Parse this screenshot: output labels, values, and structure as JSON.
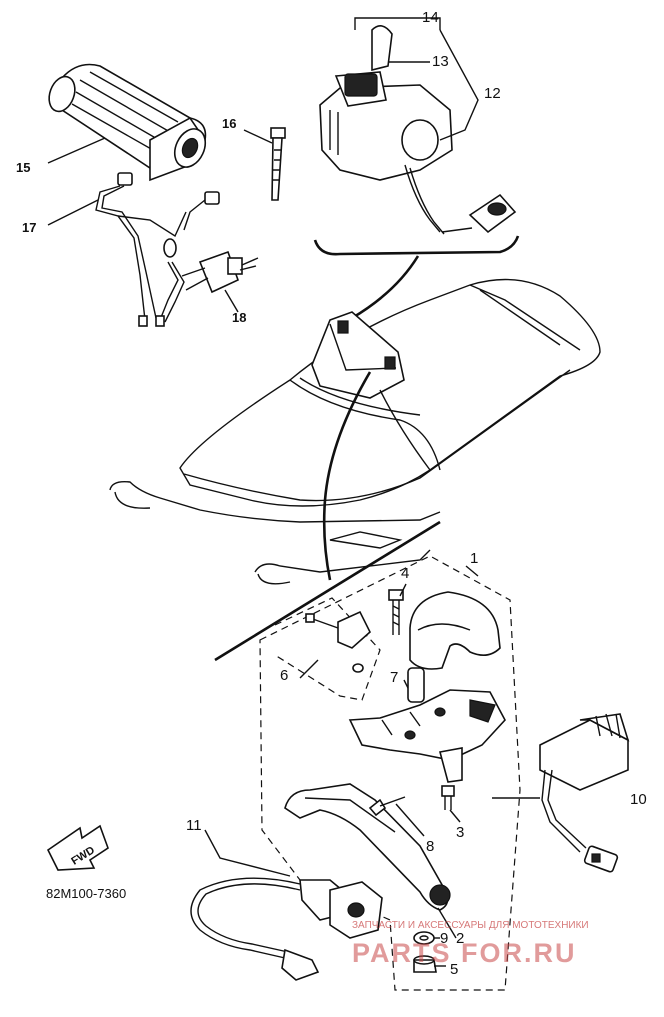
{
  "diagram": {
    "code": "82M100-7360",
    "fwd_label": "FWD",
    "watermark": {
      "tagline": "ЗАПЧАСТИ И АКСЕССУАРЫ ДЛЯ МОТОТЕХНИКИ",
      "brand": "PARTS FOR.RU"
    },
    "callouts": [
      {
        "id": "c1",
        "label": "1"
      },
      {
        "id": "c2",
        "label": "2"
      },
      {
        "id": "c3",
        "label": "3"
      },
      {
        "id": "c4",
        "label": "4"
      },
      {
        "id": "c5",
        "label": "5"
      },
      {
        "id": "c6",
        "label": "6"
      },
      {
        "id": "c7",
        "label": "7"
      },
      {
        "id": "c8",
        "label": "8"
      },
      {
        "id": "c9",
        "label": "9"
      },
      {
        "id": "c10",
        "label": "10"
      },
      {
        "id": "c11",
        "label": "11"
      },
      {
        "id": "c12",
        "label": "12"
      },
      {
        "id": "c13",
        "label": "13"
      },
      {
        "id": "c14",
        "label": "14"
      },
      {
        "id": "c15",
        "label": "15"
      },
      {
        "id": "c16",
        "label": "16"
      },
      {
        "id": "c17",
        "label": "17"
      },
      {
        "id": "c18",
        "label": "18"
      }
    ]
  }
}
